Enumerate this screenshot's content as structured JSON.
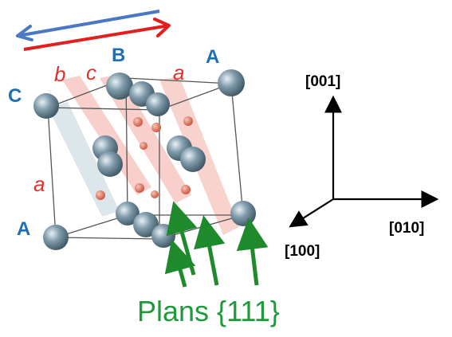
{
  "crystal": {
    "labels_blue": {
      "A_top": "A",
      "B": "B",
      "C": "C",
      "A_left": "A"
    },
    "labels_red": {
      "b": "b",
      "c": "c",
      "a_top": "a",
      "a_left": "a"
    }
  },
  "axes": {
    "z": "[001]",
    "y": "[010]",
    "x": "[100]"
  },
  "caption": "Plans {111}",
  "colors": {
    "blue_label": "#1f6fb5",
    "red_label": "#e0322b",
    "caption_green": "#1f9a3a",
    "plane_pink": "#f2a79e",
    "atom_large": "#607d8f",
    "atom_small": "#d9654f",
    "arrow_green": "#1e8a2c"
  }
}
